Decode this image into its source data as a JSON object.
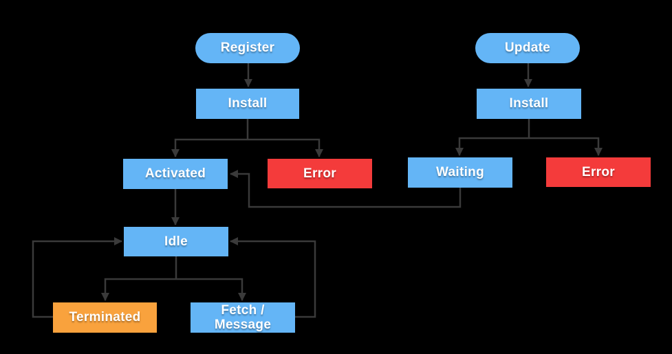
{
  "diagram": {
    "type": "flowchart",
    "nodes": {
      "register": {
        "label": "Register",
        "shape": "pill",
        "color": "#64B5F6"
      },
      "update": {
        "label": "Update",
        "shape": "pill",
        "color": "#64B5F6"
      },
      "install_left": {
        "label": "Install",
        "shape": "rect",
        "color": "#64B5F6"
      },
      "install_right": {
        "label": "Install",
        "shape": "rect",
        "color": "#64B5F6"
      },
      "activated": {
        "label": "Activated",
        "shape": "rect",
        "color": "#64B5F6"
      },
      "error_left": {
        "label": "Error",
        "shape": "rect",
        "color": "#F43B3B"
      },
      "waiting": {
        "label": "Waiting",
        "shape": "rect",
        "color": "#64B5F6"
      },
      "error_right": {
        "label": "Error",
        "shape": "rect",
        "color": "#F43B3B"
      },
      "idle": {
        "label": "Idle",
        "shape": "rect",
        "color": "#64B5F6"
      },
      "terminated": {
        "label": "Terminated",
        "shape": "rect",
        "color": "#F9A23D"
      },
      "fetch_message": {
        "label": "Fetch / Message",
        "label_lines": {
          "0": "Fetch /",
          "1": "Message"
        },
        "shape": "rect",
        "color": "#64B5F6"
      }
    },
    "edges": [
      {
        "from": "register",
        "to": "install_left"
      },
      {
        "from": "update",
        "to": "install_right"
      },
      {
        "from": "install_left",
        "to": "activated"
      },
      {
        "from": "install_left",
        "to": "error_left"
      },
      {
        "from": "install_right",
        "to": "waiting"
      },
      {
        "from": "install_right",
        "to": "error_right"
      },
      {
        "from": "waiting",
        "to": "activated"
      },
      {
        "from": "activated",
        "to": "idle"
      },
      {
        "from": "idle",
        "to": "terminated"
      },
      {
        "from": "idle",
        "to": "fetch_message"
      },
      {
        "from": "terminated",
        "to": "idle"
      },
      {
        "from": "fetch_message",
        "to": "idle"
      }
    ],
    "palette": {
      "node_blue": "#64B5F6",
      "node_red": "#F43B3B",
      "node_orange": "#F9A23D",
      "connector_gray": "#3A3A3A",
      "text": "#FFFFFF",
      "background": "#000000"
    }
  }
}
